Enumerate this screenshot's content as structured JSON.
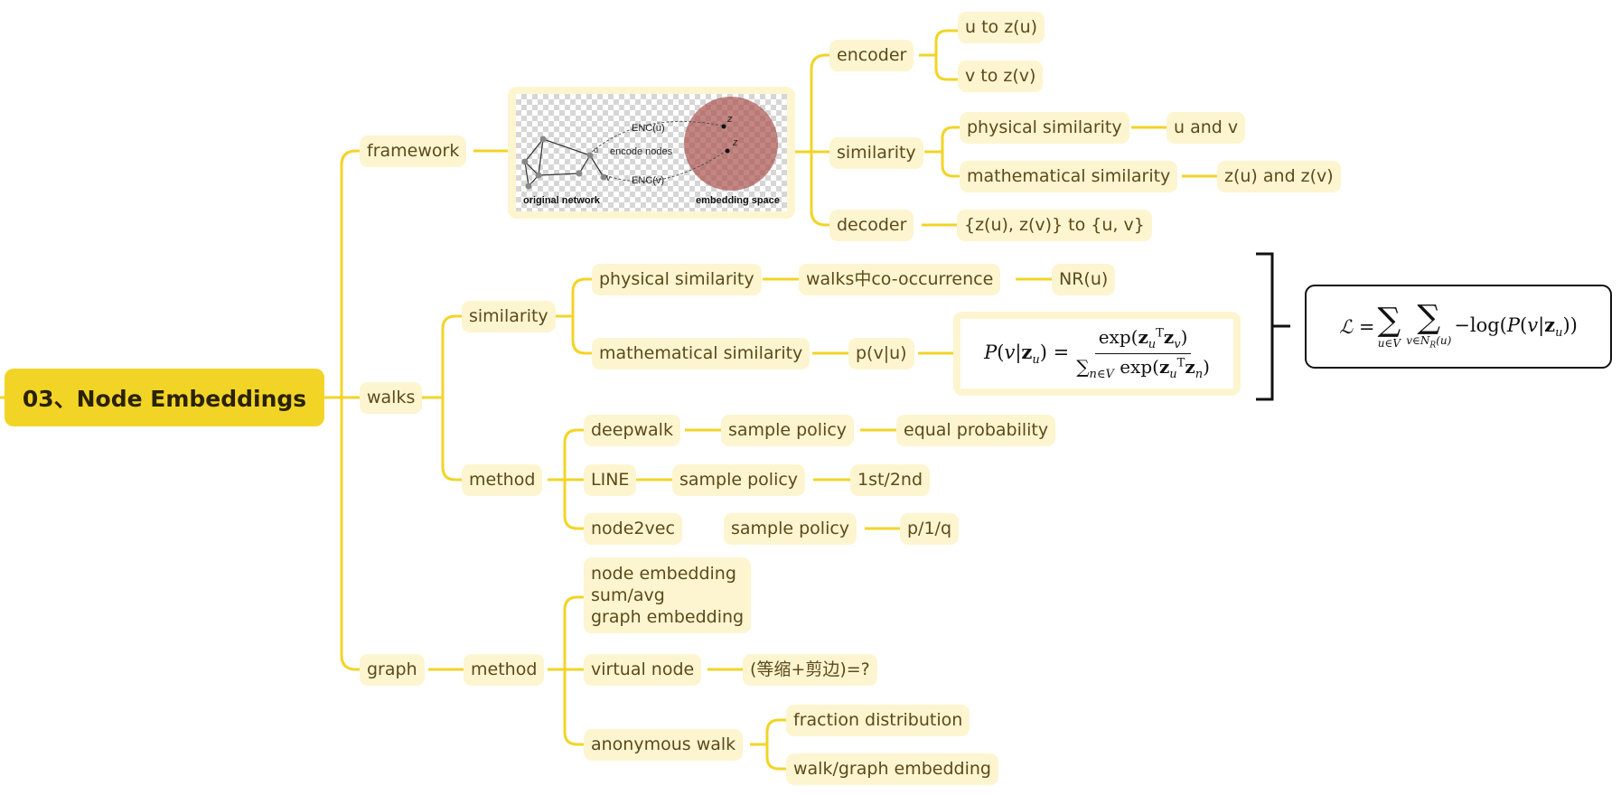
{
  "root": "03、Node Embeddings",
  "framework": {
    "label": "framework",
    "figure": {
      "left_caption": "original network",
      "right_caption": "embedding space",
      "enc_u": "ENC(u)",
      "enc_v": "ENC(v)",
      "encode_nodes": "encode nodes",
      "zu": "z",
      "zv": "z",
      "node_u": "u",
      "node_v": "v"
    },
    "encoder": {
      "label": "encoder",
      "children": [
        "u to z(u)",
        "v to z(v)"
      ]
    },
    "similarity": {
      "label": "similarity",
      "physical": {
        "label": "physical similarity",
        "child": "u and v"
      },
      "mathematical": {
        "label": "mathematical similarity",
        "child": "z(u) and z(v)"
      }
    },
    "decoder": {
      "label": "decoder",
      "child": "{z(u), z(v)} to {u, v}"
    }
  },
  "walks": {
    "label": "walks",
    "similarity": {
      "label": "similarity",
      "physical": {
        "label": "physical similarity",
        "child": "walks中co-occurrence",
        "grandchild": "NR(u)"
      },
      "mathematical": {
        "label": "mathematical similarity",
        "child": "p(v|u)"
      }
    },
    "method": {
      "label": "method",
      "deepwalk": {
        "label": "deepwalk",
        "policy": "sample policy",
        "value": "equal probability"
      },
      "line": {
        "label": "LINE",
        "policy": "sample policy",
        "value": "1st/2nd"
      },
      "node2vec": {
        "label": "node2vec",
        "policy": "sample policy",
        "value": "p/1/q"
      }
    }
  },
  "graph": {
    "label": "graph",
    "method": {
      "label": "method",
      "sum_avg": [
        "node embedding",
        "sum/avg",
        "graph embedding"
      ],
      "virtual_node": {
        "label": "virtual node",
        "child": "(等缩+剪边)=?"
      },
      "anonymous_walk": {
        "label": "anonymous walk",
        "children": [
          "fraction distribution",
          "walk/graph embedding"
        ]
      }
    }
  },
  "colors": {
    "root": "#f2d427",
    "node": "#fdf5cf",
    "line": "#f2d427",
    "text": "#5b4a1c"
  }
}
